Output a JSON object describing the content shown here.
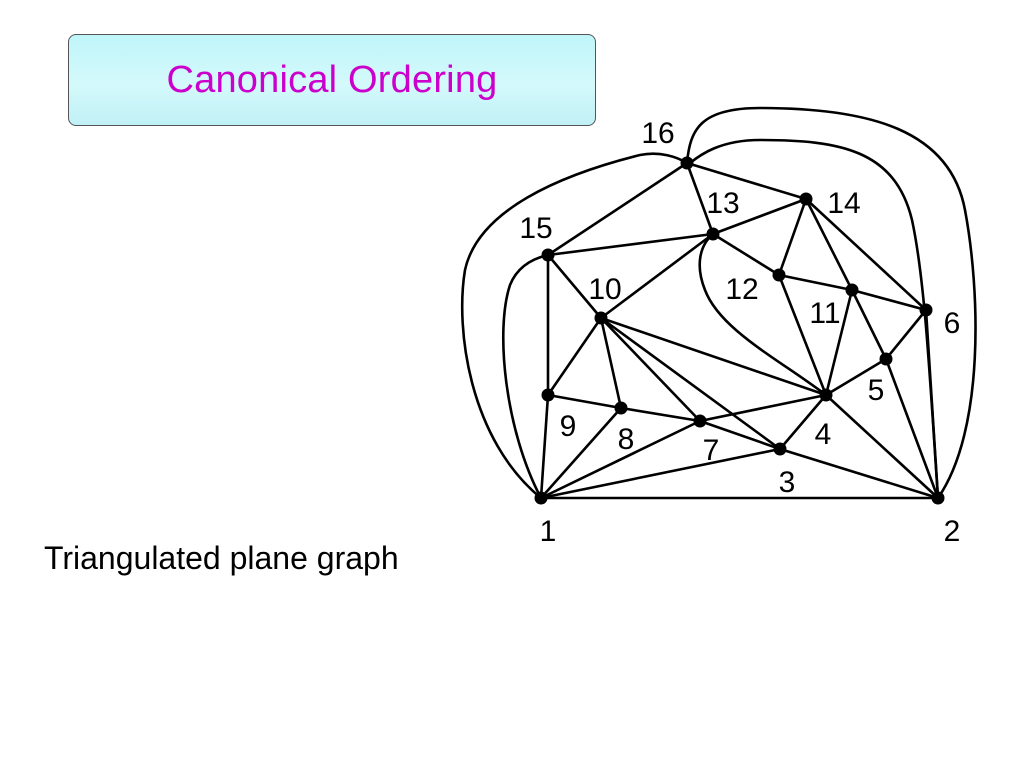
{
  "slide": {
    "title": "Canonical Ordering",
    "caption": "Triangulated plane graph"
  },
  "colors": {
    "title_text": "#cc00cc",
    "title_box_fill": "#ccf8fb",
    "graph_stroke": "#000000"
  },
  "graph": {
    "vertices": [
      {
        "id": "1",
        "label": "1"
      },
      {
        "id": "2",
        "label": "2"
      },
      {
        "id": "3",
        "label": "3"
      },
      {
        "id": "4",
        "label": "4"
      },
      {
        "id": "5",
        "label": "5"
      },
      {
        "id": "6",
        "label": "6"
      },
      {
        "id": "7",
        "label": "7"
      },
      {
        "id": "8",
        "label": "8"
      },
      {
        "id": "9",
        "label": "9"
      },
      {
        "id": "10",
        "label": "10"
      },
      {
        "id": "11",
        "label": "11"
      },
      {
        "id": "12",
        "label": "12"
      },
      {
        "id": "13",
        "label": "13"
      },
      {
        "id": "14",
        "label": "14"
      },
      {
        "id": "15",
        "label": "15"
      },
      {
        "id": "16",
        "label": "16"
      }
    ],
    "edges": [
      [
        "1",
        "2"
      ],
      [
        "1",
        "3"
      ],
      [
        "1",
        "7"
      ],
      [
        "1",
        "8"
      ],
      [
        "1",
        "9"
      ],
      [
        "1",
        "15"
      ],
      [
        "1",
        "16"
      ],
      [
        "2",
        "3"
      ],
      [
        "2",
        "4"
      ],
      [
        "2",
        "5"
      ],
      [
        "2",
        "6"
      ],
      [
        "2",
        "13"
      ],
      [
        "2",
        "16"
      ],
      [
        "3",
        "4"
      ],
      [
        "3",
        "7"
      ],
      [
        "3",
        "10"
      ],
      [
        "4",
        "5"
      ],
      [
        "4",
        "7"
      ],
      [
        "4",
        "10"
      ],
      [
        "4",
        "11"
      ],
      [
        "4",
        "12"
      ],
      [
        "4",
        "13"
      ],
      [
        "5",
        "6"
      ],
      [
        "5",
        "11"
      ],
      [
        "6",
        "11"
      ],
      [
        "6",
        "14"
      ],
      [
        "7",
        "8"
      ],
      [
        "7",
        "10"
      ],
      [
        "8",
        "9"
      ],
      [
        "8",
        "10"
      ],
      [
        "9",
        "10"
      ],
      [
        "9",
        "15"
      ],
      [
        "10",
        "13"
      ],
      [
        "10",
        "15"
      ],
      [
        "11",
        "12"
      ],
      [
        "11",
        "14"
      ],
      [
        "12",
        "13"
      ],
      [
        "12",
        "14"
      ],
      [
        "13",
        "14"
      ],
      [
        "13",
        "15"
      ],
      [
        "13",
        "16"
      ],
      [
        "14",
        "16"
      ],
      [
        "15",
        "16"
      ]
    ]
  }
}
